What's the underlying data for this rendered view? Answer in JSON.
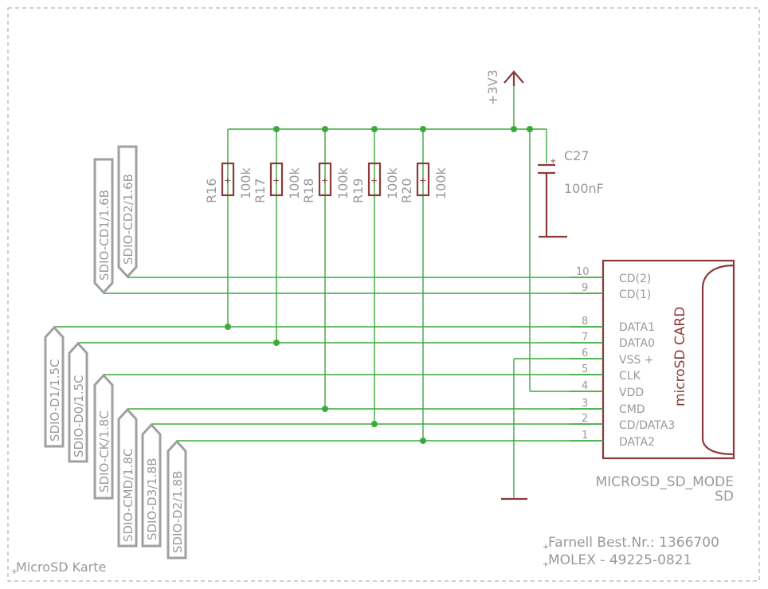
{
  "supply": "+3V3",
  "resistors": [
    {
      "name": "R16",
      "value": "100k"
    },
    {
      "name": "R17",
      "value": "100k"
    },
    {
      "name": "R18",
      "value": "100k"
    },
    {
      "name": "R19",
      "value": "100k"
    },
    {
      "name": "R20",
      "value": "100k"
    }
  ],
  "capacitor": {
    "name": "C27",
    "value": "100nF"
  },
  "nets": [
    "SDIO-CD1/1.6B",
    "SDIO-CD2/1.6B",
    "SDIO-D1/1.5C",
    "SDIO-D0/1.5C",
    "SDIO-CK/1.8C",
    "SDIO-CMD/1.8C",
    "SDIO-D3/1.8B",
    "SDIO-D2/1.8B"
  ],
  "connector": {
    "title": "microSD CARD",
    "name": "MICROSD_SD_MODE",
    "value": "SD",
    "pins": [
      {
        "num": "10",
        "label": "CD(2)"
      },
      {
        "num": "9",
        "label": "CD(1)"
      },
      {
        "num": "8",
        "label": "DATA1"
      },
      {
        "num": "7",
        "label": "DATA0"
      },
      {
        "num": "6",
        "label": "VSS +"
      },
      {
        "num": "5",
        "label": "CLK"
      },
      {
        "num": "4",
        "label": "VDD"
      },
      {
        "num": "3",
        "label": "CMD"
      },
      {
        "num": "2",
        "label": "CD/DATA3"
      },
      {
        "num": "1",
        "label": "DATA2"
      }
    ]
  },
  "notes": {
    "order": "Farnell Best.Nr.: 1366700",
    "part": "MOLEX - 49225-0821",
    "sheet": "MicroSD Karte"
  },
  "colors": {
    "wire": "#3ea83e",
    "part": "#8b3a3a",
    "label": "#999999",
    "frame": "#a0a0a0"
  }
}
